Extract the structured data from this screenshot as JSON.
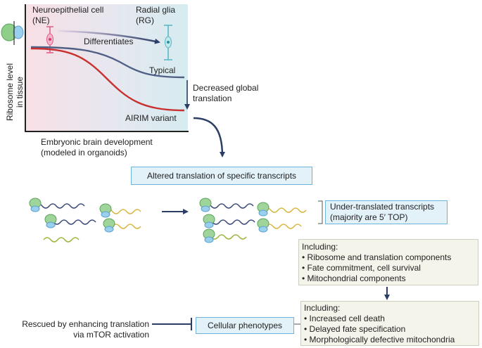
{
  "graph": {
    "y_axis_label_line1": "Ribosome level",
    "y_axis_label_line2": "in tissue",
    "x_axis_label_line1": "Embryonic brain development",
    "x_axis_label_line2": "(modeled in organoids)",
    "ne_label_line1": "Neuroepithelial cell",
    "ne_label_line2": "(NE)",
    "rg_label_line1": "Radial glia",
    "rg_label_line2": "(RG)",
    "differentiates_label": "Differentiates",
    "typical_label": "Typical",
    "variant_label": "AIRIM variant",
    "decrease_label_line1": "Decreased global",
    "decrease_label_line2": "translation",
    "colors": {
      "typical_curve": "#4f5f86",
      "variant_curve": "#c8312f",
      "arrow": "#2c3e66"
    }
  },
  "altered_box": {
    "label": "Altered translation of specific transcripts"
  },
  "under_box": {
    "line1": "Under-translated transcripts",
    "line2": "(majority are 5′ TOP)"
  },
  "including1": {
    "heading": "Including:",
    "items": [
      "• Ribosome and translation components",
      "• Fate commitment, cell survival",
      "• Mitochondrial components"
    ]
  },
  "phenotype_box": {
    "label": "Cellular phenotypes"
  },
  "including2": {
    "heading": "Including:",
    "items": [
      "• Increased cell death",
      "• Delayed fate specification",
      "• Morphologically defective mitochondria"
    ]
  },
  "rescue": {
    "line1": "Rescued by enhancing translation",
    "line2": "via mTOR activation"
  }
}
